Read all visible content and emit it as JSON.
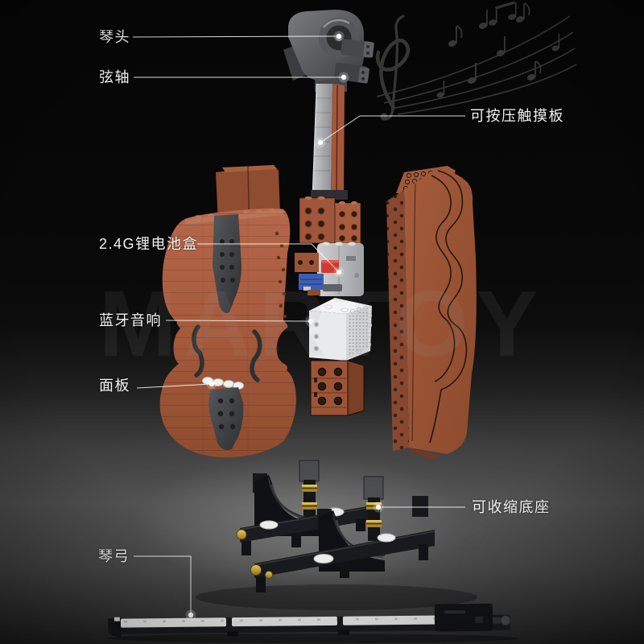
{
  "scene": {
    "background_color": "#070707",
    "floor_color": "#4c4c4c",
    "label_color": "#f3f3f3",
    "leader_line_color": "rgba(255,255,255,0.85)"
  },
  "watermark": {
    "text": "MARTOY"
  },
  "colors": {
    "violin_brown": "#a85a3c",
    "violin_brown_dark": "#8a4a2e",
    "fingerboard_gray": "#3e4144",
    "neck_gray": "#b0b2b4",
    "battery_gray": "#c9cacc",
    "lever_red": "#d03a32",
    "connector_blue": "#3c5fb4",
    "speaker_white": "#eceded",
    "base_black": "#141518",
    "accent_gold": "#d2a93d",
    "bow_hair_white": "#f0f0f0",
    "music_note_gray": "#3b3b3b"
  },
  "callouts": {
    "scroll": {
      "label": "琴头"
    },
    "tuning_pegs": {
      "label": "弦轴"
    },
    "touchpad": {
      "label": "可按压触摸板"
    },
    "battery_box": {
      "label": "2.4G锂电池盒"
    },
    "bluetooth_speaker": {
      "label": "蓝牙音响"
    },
    "front_panel": {
      "label": "面板"
    },
    "retractable_base": {
      "label": "可收缩底座"
    },
    "bow": {
      "label": "琴弓"
    }
  }
}
